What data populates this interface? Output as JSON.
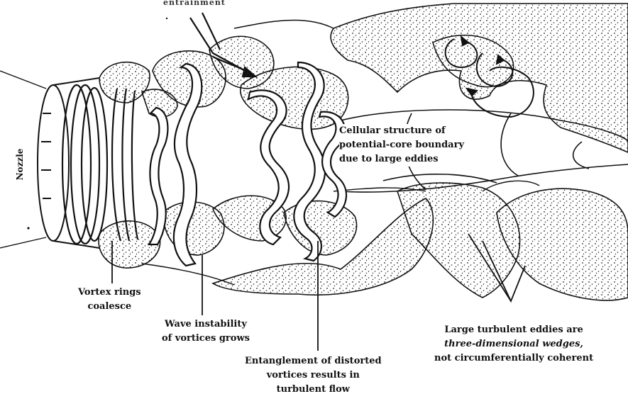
{
  "top_fragment": "entrainment",
  "labels": {
    "nozzle": "Nozzle",
    "vortex_rings": [
      "Vortex rings",
      "coalesce"
    ],
    "wave_instability": [
      "Wave instability",
      "of vortices grows"
    ],
    "entanglement": [
      "Entanglement of distorted",
      "vortices results in",
      "turbulent flow"
    ],
    "cellular_structure": [
      "Cellular structure of",
      "potential-core boundary",
      "due to large eddies"
    ],
    "large_eddies": [
      "Large turbulent eddies are",
      "three-dimensional wedges,",
      "not circumferentially coherent"
    ]
  },
  "colors": {
    "ink": "#111111",
    "background": "#ffffff",
    "stipple": "#222222"
  }
}
